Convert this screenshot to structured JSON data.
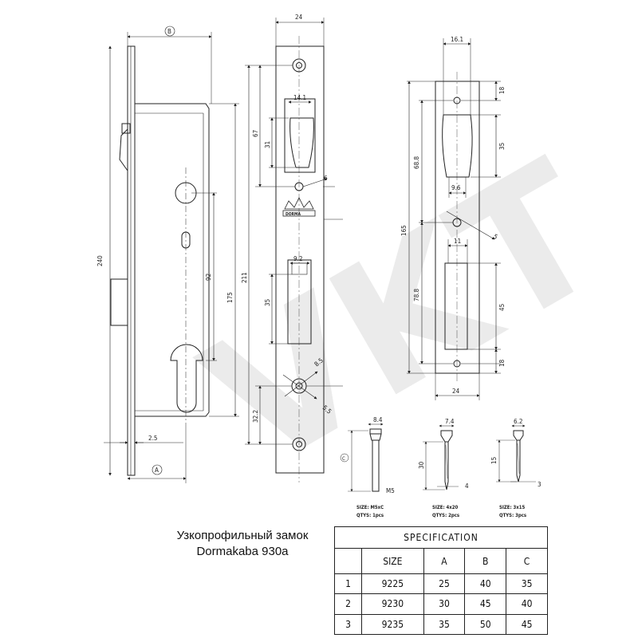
{
  "caption": {
    "line1": "Узкопрофильный замок",
    "line2": "Dormakaba 930a"
  },
  "watermark": "VKT",
  "brand_mark": "DORMA",
  "side_view": {
    "label_B": "B",
    "label_A": "A",
    "dim_240": "240",
    "dim_92": "92",
    "dim_175": "175",
    "dim_2_5": "2.5"
  },
  "faceplate": {
    "dim_24": "24",
    "dim_211": "211",
    "dim_67": "67",
    "dim_31": "31",
    "dim_14_1": "14.1",
    "dim_6": "6",
    "dim_9_2": "9.2",
    "dim_35": "35",
    "dim_32_2": "32.2",
    "dim_8_5": "8.5",
    "dim_5_5": "5.5"
  },
  "strike_plate": {
    "dim_16_1": "16.1",
    "dim_18_top": "18",
    "dim_35": "35",
    "dim_68_8": "68.8",
    "dim_9_6": "9.6",
    "dim_165": "165",
    "dim_5": "5",
    "dim_11": "11",
    "dim_78_8": "78.8",
    "dim_45": "45",
    "dim_18_bottom": "18",
    "dim_24": "24"
  },
  "screws": [
    {
      "dia": "8.4",
      "len_label": "C",
      "thread": "M5",
      "size": "SIZE: M5xC",
      "qty": "QTYS: 1pcs"
    },
    {
      "dia": "7.4",
      "len_label": "30",
      "thread": "4",
      "size": "SIZE: 4x20",
      "qty": "QTYS: 2pcs"
    },
    {
      "dia": "6.2",
      "len_label": "15",
      "thread": "3",
      "size": "SIZE: 3x15",
      "qty": "QTYS: 3pcs"
    }
  ],
  "spec_table": {
    "title": "SPECIFICATION",
    "headers": [
      "",
      "SIZE",
      "A",
      "B",
      "C"
    ],
    "rows": [
      [
        "1",
        "9225",
        "25",
        "40",
        "35"
      ],
      [
        "2",
        "9230",
        "30",
        "45",
        "40"
      ],
      [
        "3",
        "9235",
        "35",
        "50",
        "45"
      ]
    ]
  }
}
